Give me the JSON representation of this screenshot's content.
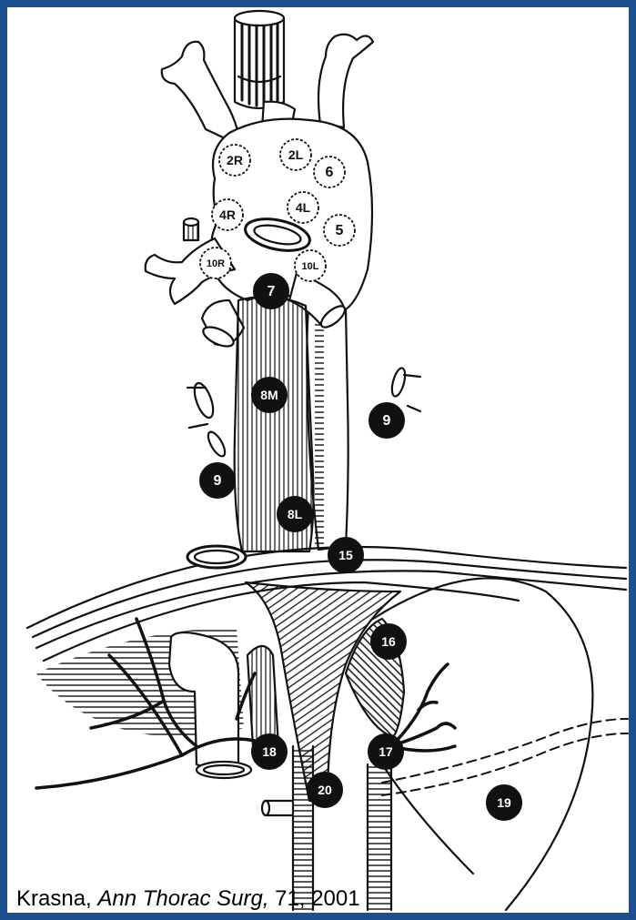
{
  "colors": {
    "border": "#1d4e8f",
    "ink": "#111111",
    "node_open_fill": "#ffffff",
    "node_filled_fill": "#111111"
  },
  "nodes_open": [
    "2R",
    "2L",
    "6",
    "4R",
    "4L",
    "5",
    "10R",
    "10L"
  ],
  "nodes_filled": [
    "7",
    "8M",
    "9",
    "9",
    "8L",
    "15",
    "16",
    "18",
    "17",
    "20",
    "19"
  ],
  "citation": {
    "author": "Krasna, ",
    "journal": "Ann Thorac Surg,",
    "rest": " 71, 2001"
  }
}
